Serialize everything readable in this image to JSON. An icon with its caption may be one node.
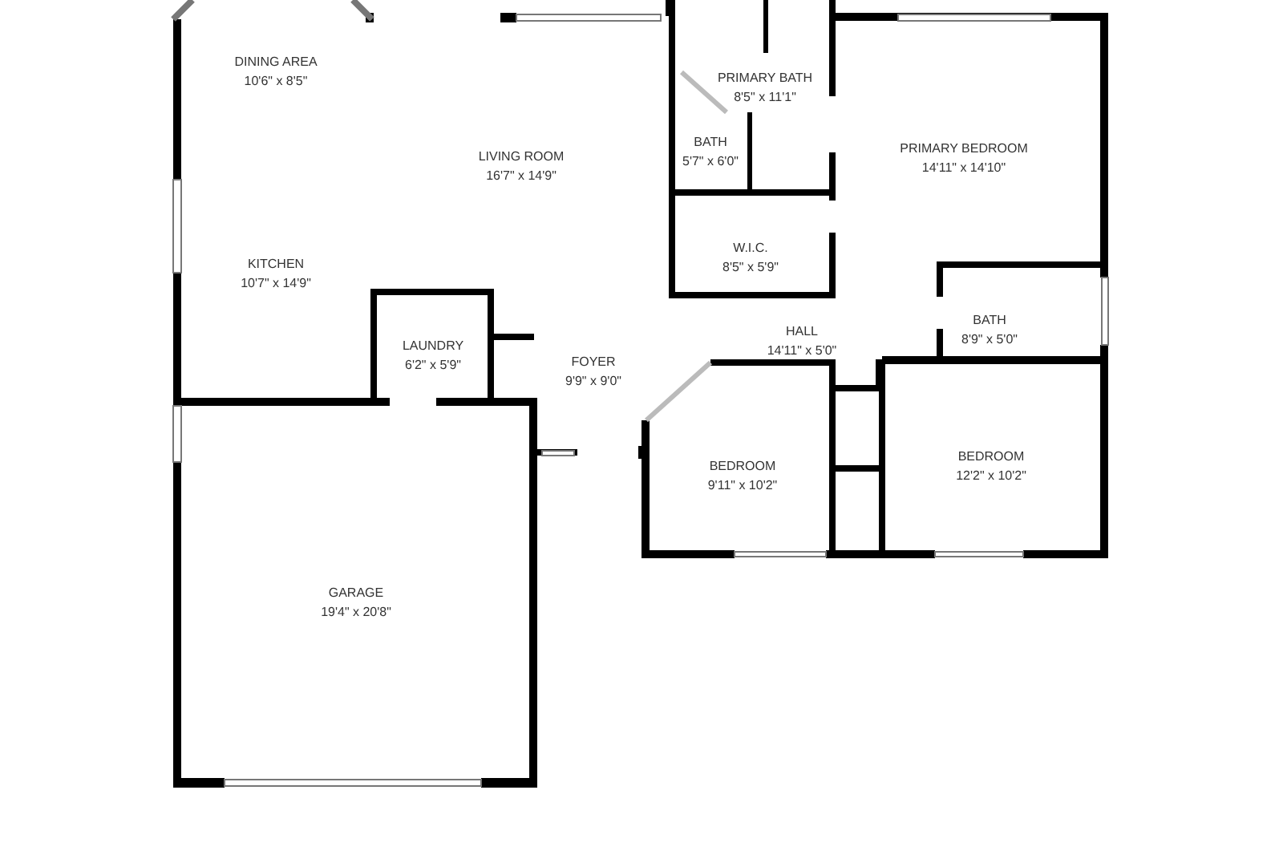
{
  "diagram": {
    "nodes": [
      {
        "text": [
          "DINING AREA",
          "10'6\" x 8'5\""
        ]
      },
      {
        "text": [
          "LIVING ROOM",
          "16'7\" x 14'9\""
        ]
      },
      {
        "text": [
          "PRIMARY BATH",
          "8'5\" x 11'1\""
        ]
      },
      {
        "text": [
          "BATH",
          "5'7\" x 6'0\""
        ]
      },
      {
        "text": [
          "PRIMARY BEDROOM",
          "14'11\" x 14'10\""
        ]
      },
      {
        "text": [
          "W.I.C.",
          "8'5\" x 5'9\""
        ]
      },
      {
        "text": [
          "KITCHEN",
          "10'7\" x 14'9\""
        ]
      },
      {
        "text": [
          "LAUNDRY",
          "6'2\" x 5'9\""
        ]
      },
      {
        "text": [
          "FOYER",
          "9'9\" x 9'0\""
        ]
      },
      {
        "text": [
          "HALL",
          "14'11\" x 5'0\""
        ]
      },
      {
        "text": [
          "BATH",
          "8'9\" x 5'0\""
        ]
      },
      {
        "text": [
          "BEDROOM",
          "9'11\" x 10'2\""
        ]
      },
      {
        "text": [
          "BEDROOM",
          "12'2\" x 10'2\""
        ]
      },
      {
        "text": [
          "GARAGE",
          "19'4\" x 20'8\""
        ]
      }
    ],
    "edges": []
  }
}
